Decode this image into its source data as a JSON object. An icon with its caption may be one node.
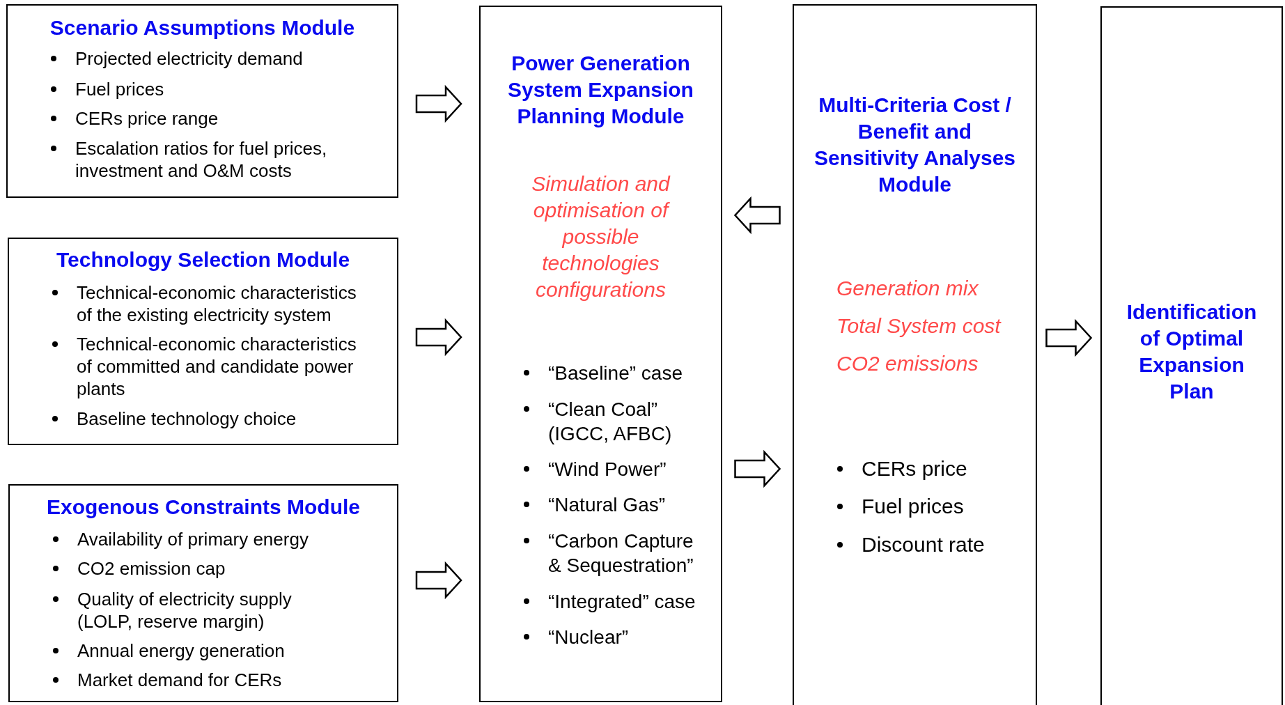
{
  "diagram": {
    "nodes": [
      {
        "text": [
          "Scenario Assumptions Module",
          "Projected electricity demand",
          "Fuel prices",
          "CERs price range",
          "Escalation ratios for fuel prices, investment and O&M costs"
        ]
      },
      {
        "text": [
          "Technology Selection Module",
          "Technical-economic characteristics of the existing electricity system",
          "Technical-economic characteristics of committed and candidate power plants",
          "Baseline technology choice"
        ]
      },
      {
        "text": [
          "Exogenous Constraints Module",
          "Availability of primary energy",
          "CO2 emission cap",
          "Quality of electricity supply (LOLP, reserve margin)",
          "Annual energy generation",
          "Market demand for CERs"
        ]
      },
      {
        "text": [
          "Power Generation System Expansion Planning Module",
          "Simulation and optimisation of possible technologies configurations",
          "“Baseline” case",
          "“Clean Coal” (IGCC, AFBC)",
          "“Wind Power”",
          "“Natural Gas”",
          "“Carbon Capture & Sequestration”",
          "“Integrated” case",
          "“Nuclear”"
        ]
      },
      {
        "text": [
          "Multi-Criteria Cost / Benefit and Sensitivity Analyses Module",
          "Generation mix",
          "Total System cost",
          "CO2 emissions",
          "CERs price",
          "Fuel prices",
          "Discount rate"
        ]
      },
      {
        "text": [
          "Identification of Optimal Expansion Plan"
        ]
      }
    ],
    "edges": [
      {
        "from": 0,
        "to": 3,
        "arrow": "to"
      },
      {
        "from": 1,
        "to": 3,
        "arrow": "to"
      },
      {
        "from": 2,
        "to": 3,
        "arrow": "to"
      },
      {
        "from": 4,
        "to": 3,
        "arrow": "to"
      },
      {
        "from": 3,
        "to": 4,
        "arrow": "to"
      },
      {
        "from": 4,
        "to": 5,
        "arrow": "to"
      }
    ]
  }
}
